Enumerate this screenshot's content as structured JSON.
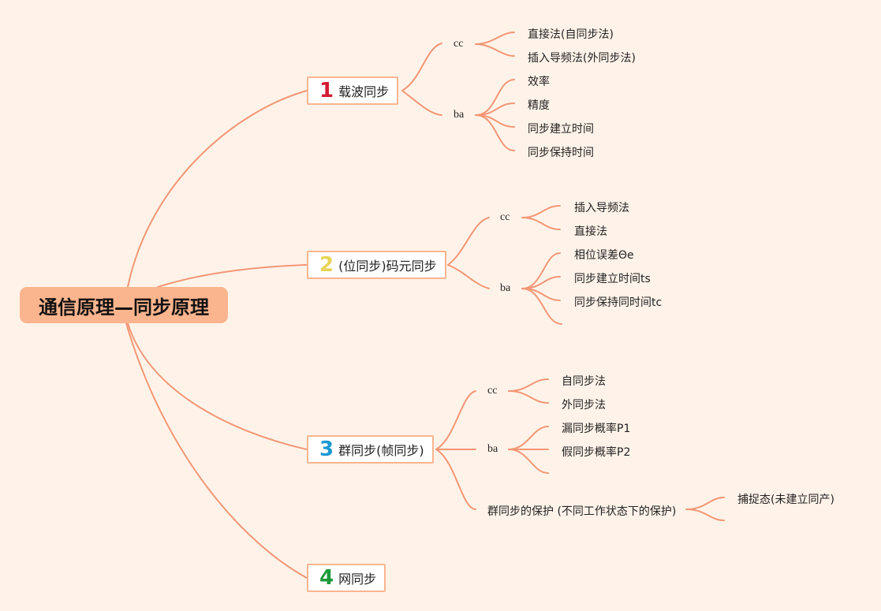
{
  "root": {
    "title": "通信原理—同步原理"
  },
  "branches": [
    {
      "number": "1",
      "number_color": "#d31d34",
      "label": "载波同步",
      "groups": [
        {
          "label": "cc",
          "items": [
            "直接法(自同步法)",
            "插入导频法(外同步法)"
          ]
        },
        {
          "label": "ba",
          "items": [
            "效率",
            "精度",
            "同步建立时间",
            "同步保持时间"
          ]
        }
      ]
    },
    {
      "number": "2",
      "number_color": "#e8d455",
      "label": "(位同步)码元同步",
      "groups": [
        {
          "label": "cc",
          "items": [
            "插入导频法",
            "直接法"
          ]
        },
        {
          "label": "ba",
          "items": [
            "相位误差Θe",
            "同步建立时间ts",
            "同步保持同时间tc",
            ""
          ]
        }
      ]
    },
    {
      "number": "3",
      "number_color": "#1e98d4",
      "label": "群同步(帧同步)",
      "groups": [
        {
          "label": "cc",
          "items": [
            "自同步法",
            "外同步法"
          ]
        },
        {
          "label": "ba",
          "items": [
            "漏同步概率P1",
            "假同步概率P2",
            ""
          ]
        },
        {
          "label": "群同步的保护 (不同工作状态下的保护)",
          "items": [
            "捕捉态(未建立同产)",
            ""
          ]
        }
      ]
    },
    {
      "number": "4",
      "number_color": "#1d9a3a",
      "label": "网同步",
      "groups": []
    }
  ],
  "colors": {
    "background": "#fff3e9",
    "connector": "#f49675",
    "root_fill": "#fbb58e",
    "node_border": "#fbb58e"
  }
}
